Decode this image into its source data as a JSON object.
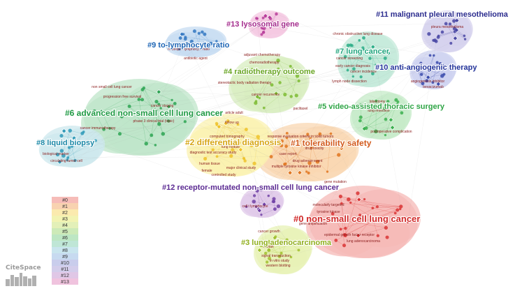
{
  "clusters": [
    {
      "id": "#0",
      "label": "#0 non-small cell lung cancer",
      "color": "#f6b9b7",
      "label_color": "#d12a2a",
      "node_color": "#d93535",
      "terms": [
        "molecularly targeted",
        "tyrosine kinase",
        "gene amplification",
        "epidermal growth factor receptor",
        "lung adenocarcinoma",
        "gene mutation"
      ]
    },
    {
      "id": "#1",
      "label": "#1 tolerability safety",
      "color": "#f9d7b2",
      "label_color": "#d25a1c",
      "node_color": "#e0761f",
      "terms": [
        "response evaluation criteria in solid tumors",
        "case report",
        "drug adverse event",
        "multiple tyrosine kinase inhibitor",
        "drug toxicity"
      ]
    },
    {
      "id": "#2",
      "label": "#2 differential diagnosis",
      "color": "#fbf2b0",
      "label_color": "#d6a514",
      "node_color": "#efc32b",
      "terms": [
        "article adult",
        "follow up",
        "computed tomography",
        "lung nodule",
        "diagnostic test accuracy study",
        "human tissue",
        "female",
        "controlled study",
        "major clinical study"
      ]
    },
    {
      "id": "#3",
      "label": "#3 lung adenocarcinoma",
      "color": "#e7f2b6",
      "label_color": "#8fae1b",
      "node_color": "#a2c130",
      "terms": [
        "cancer growth",
        "human",
        "signal transduction",
        "in vitro study",
        "western blotting"
      ]
    },
    {
      "id": "#4",
      "label": "#4 radiotherapy outcome",
      "color": "#d8eec0",
      "label_color": "#6aa625",
      "node_color": "#7cbb33",
      "terms": [
        "adjuvant chemotherapy",
        "stereotactic body radiation therapy",
        "chemoradiotherapy",
        "cancer recurrence",
        "paclitaxel"
      ]
    },
    {
      "id": "#5",
      "label": "#5 video-assisted thoracic surgery",
      "color": "#c6ebc8",
      "label_color": "#2fa546",
      "node_color": "#3cb04f",
      "terms": [
        "lobectomy",
        "lymph node dissection",
        "lung resection",
        "postoperative complication"
      ]
    },
    {
      "id": "#6",
      "label": "#6 advanced non-small cell lung cancer",
      "color": "#bfe6c9",
      "label_color": "#1f9a44",
      "node_color": "#2ea454",
      "terms": [
        "progression free survival",
        "cancer staging",
        "phase 3 clinical trial (topic)",
        "cancer immunotherapy",
        "non small cell lung cancer"
      ]
    },
    {
      "id": "#7",
      "label": "#7 lung cancer",
      "color": "#c3ead9",
      "label_color": "#1fa57c",
      "node_color": "#2eae88",
      "terms": [
        "chronic obstructive lung disease",
        "cancer screening",
        "early cancer diagnosis",
        "cancer incidence"
      ]
    },
    {
      "id": "#8",
      "label": "#8 liquid biopsy",
      "color": "#cde8ee",
      "label_color": "#1a87a6",
      "node_color": "#2f9ab8",
      "terms": [
        "biological marker",
        "circulating tumor cell"
      ]
    },
    {
      "id": "#9",
      "label": "#9 to-lymphocyte ratio",
      "color": "#c7dcf2",
      "label_color": "#1c64b4",
      "node_color": "#3579c2",
      "terms": [
        "neutrophil lymphocyte ratio",
        "antibiotic agent"
      ]
    },
    {
      "id": "#10",
      "label": "#10 anti-angiogenic therapy",
      "color": "#cdd2f0",
      "label_color": "#23339a",
      "node_color": "#3a4aac",
      "terms": [
        "angiogenesis inhibitor",
        "bevacizumab"
      ]
    },
    {
      "id": "#11",
      "label": "#11 malignant pleural mesothelioma",
      "color": "#d6d1ee",
      "label_color": "#2b2c8e",
      "node_color": "#4a48a4",
      "terms": [
        "pleura mesothelioma"
      ]
    },
    {
      "id": "#12",
      "label": "#12 receptor-mutated non-small cell lung cancer",
      "color": "#e0c9ea",
      "label_color": "#5b2a92",
      "node_color": "#7041a6",
      "terms": [
        "cell t lymphocyte"
      ]
    },
    {
      "id": "#13",
      "label": "#13 lysosomal gene",
      "color": "#f4c8e1",
      "label_color": "#a42b8c",
      "node_color": "#b83f9b",
      "terms": []
    }
  ],
  "legend": {
    "items": [
      "#0",
      "#1",
      "#2",
      "#3",
      "#4",
      "#5",
      "#6",
      "#7",
      "#8",
      "#9",
      "#10",
      "#11",
      "#12",
      "#13"
    ],
    "colors": [
      "#f6bcb8",
      "#f8d2b0",
      "#fbeaae",
      "#f2f3b2",
      "#e3f0b8",
      "#cdeab8",
      "#bde6c3",
      "#bfe6d6",
      "#c9e5ee",
      "#c7daf0",
      "#c9cdec",
      "#d3cdeb",
      "#e0c7e6",
      "#f0c3de"
    ]
  },
  "logo": {
    "text": "CiteSpace"
  }
}
